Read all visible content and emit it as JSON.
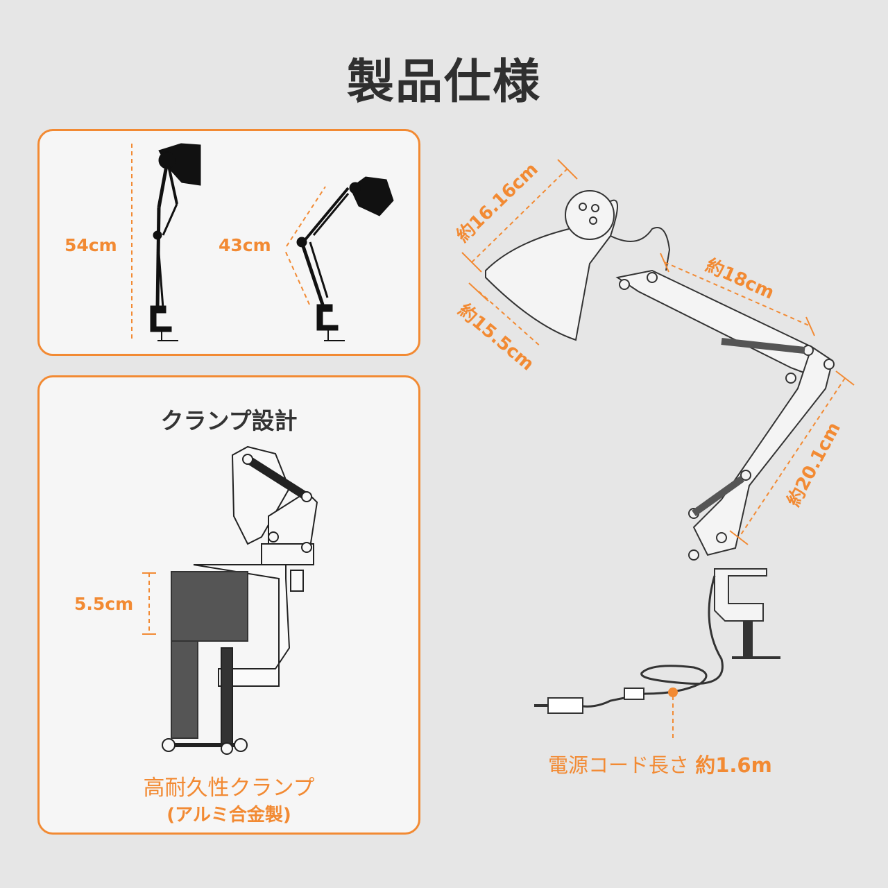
{
  "title": "製品仕様",
  "top_panel": {
    "height_label": "54cm",
    "arm_label": "43cm"
  },
  "clamp_panel": {
    "title": "クランプ設計",
    "height_label": "5.5cm",
    "caption_line1": "高耐久性クランプ",
    "caption_line2": "(アルミ合金製)"
  },
  "diagram": {
    "shade_length": "約16.16cm",
    "shade_diameter": "約15.5cm",
    "upper_arm": "約18cm",
    "lower_arm": "約20.1cm",
    "cord_label": "電源コード長さ",
    "cord_value": "約1.6m"
  },
  "colors": {
    "accent": "#f28a33",
    "text": "#2f2f2f",
    "background": "#e6e6e6"
  }
}
